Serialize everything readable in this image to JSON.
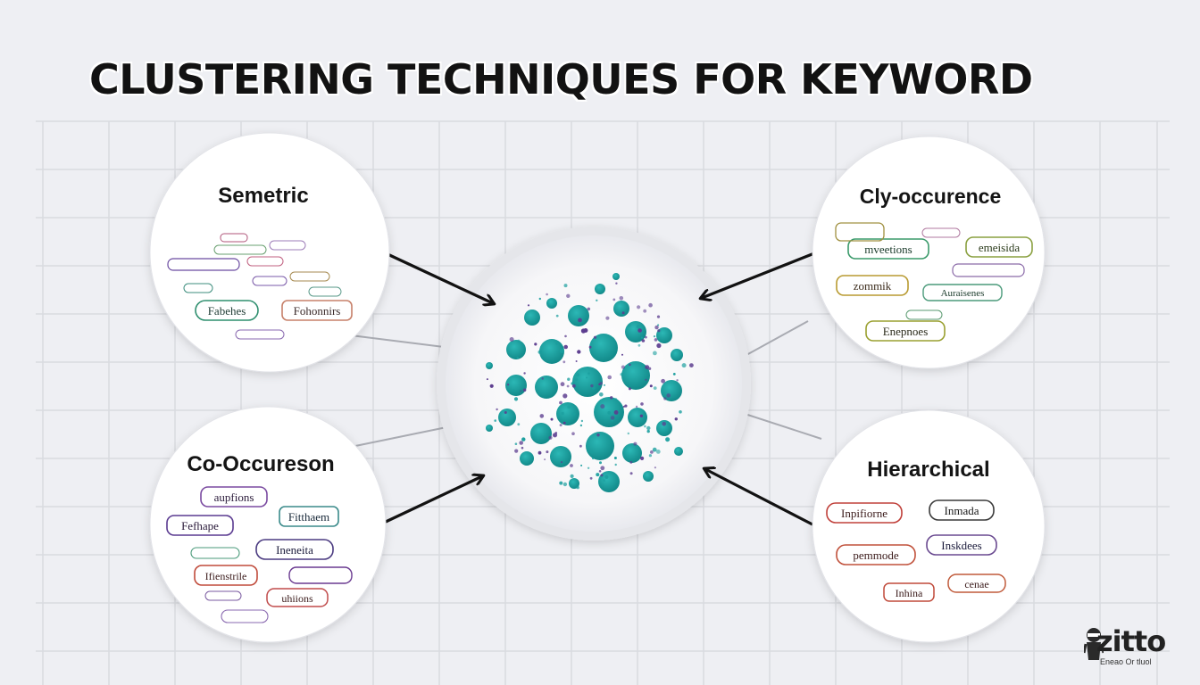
{
  "title": "CLUSTERING TECHNIQUES FOR KEYWORD",
  "colors": {
    "background": "#eeeff3",
    "grid": "#d9dbe0",
    "teal": "#1a9e9e",
    "purple": "#5c3d8f",
    "text": "#121212",
    "arrow": "#121212"
  },
  "clusters": [
    {
      "id": "semetric",
      "label": "Semetric",
      "tags": [
        {
          "text": "Fabehes",
          "color": "#2f8f6f"
        },
        {
          "text": "Fohonnirs",
          "color": "#c7806a"
        },
        {
          "text": "",
          "color": "#6a4aa0"
        },
        {
          "text": "",
          "color": "#b0567a"
        },
        {
          "text": "",
          "color": "#6aa070"
        },
        {
          "text": "",
          "color": "#9e7eb8"
        },
        {
          "text": "",
          "color": "#c06080"
        },
        {
          "text": "",
          "color": "#3e8e7e"
        },
        {
          "text": "",
          "color": "#7a5aa8"
        },
        {
          "text": "",
          "color": "#a68a50"
        },
        {
          "text": "",
          "color": "#5a9a8a"
        },
        {
          "text": "",
          "color": "#8a6ab0"
        }
      ]
    },
    {
      "id": "cly-occurence",
      "label": "Cly-occurence",
      "tags": [
        {
          "text": "mveetions",
          "color": "#3a9a6a"
        },
        {
          "text": "emeisida",
          "color": "#8aa040"
        },
        {
          "text": "zommik",
          "color": "#b89a30"
        },
        {
          "text": "Auraisenes",
          "color": "#4a9a7a"
        },
        {
          "text": "Enepnoes",
          "color": "#9aa030"
        },
        {
          "text": "",
          "color": "#a09040"
        },
        {
          "text": "",
          "color": "#b07aa0"
        },
        {
          "text": "",
          "color": "#8a6aa8"
        },
        {
          "text": "",
          "color": "#5a9a70"
        }
      ]
    },
    {
      "id": "co-occureson",
      "label": "Co-Occureson",
      "tags": [
        {
          "text": "aupfions",
          "color": "#7a4aa0"
        },
        {
          "text": "Fefhape",
          "color": "#5a3a90"
        },
        {
          "text": "Fitthaem",
          "color": "#3a8a8a"
        },
        {
          "text": "Ineneita",
          "color": "#4a3a80"
        },
        {
          "text": "Ifienstrile",
          "color": "#c04a3a"
        },
        {
          "text": "",
          "color": "#4a9a7a"
        },
        {
          "text": "",
          "color": "#6a3a90"
        },
        {
          "text": "uhiions",
          "color": "#c04a4a"
        },
        {
          "text": "",
          "color": "#7a5aa0"
        },
        {
          "text": "",
          "color": "#8a6ab0"
        }
      ]
    },
    {
      "id": "hierarchical",
      "label": "Hierarchical",
      "tags": [
        {
          "text": "Inpifiorne",
          "color": "#c0403a"
        },
        {
          "text": "Inmada",
          "color": "#3a3a3a"
        },
        {
          "text": "Inskdees",
          "color": "#6a4a90"
        },
        {
          "text": "pemmode",
          "color": "#c0503a"
        },
        {
          "text": "Inhina",
          "color": "#c04a3a"
        },
        {
          "text": "cenae",
          "color": "#c05a3a"
        }
      ]
    }
  ],
  "logo": {
    "word": "zitto",
    "tagline": "Eneao Or tluol"
  }
}
